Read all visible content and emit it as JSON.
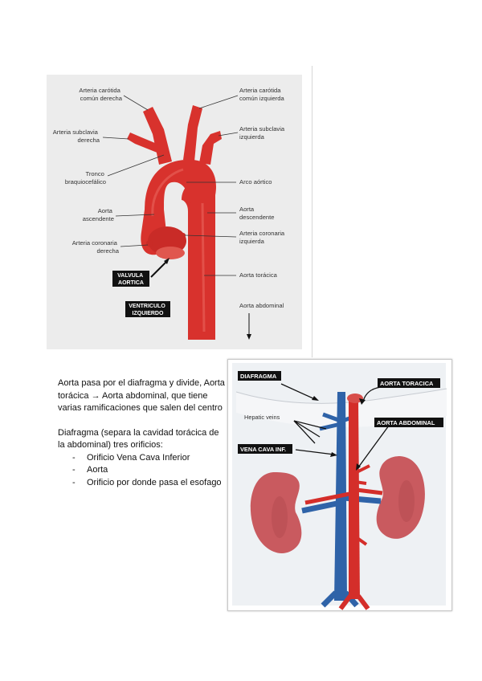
{
  "figure1": {
    "labels": {
      "carotid_right": [
        "Arteria carótida",
        "común derecha"
      ],
      "carotid_left": [
        "Arteria carótida",
        "común izquierda"
      ],
      "subclavian_right": [
        "Arteria subclavia",
        "derecha"
      ],
      "subclavian_left": [
        "Arteria subclavia",
        "izquierda"
      ],
      "brachiocephalic": [
        "Tronco",
        "braquiocefálico"
      ],
      "aortic_arch": "Arco aórtico",
      "ascending": [
        "Aorta",
        "ascendente"
      ],
      "descending": [
        "Aorta",
        "descendente"
      ],
      "coronary_right": [
        "Arteria coronaria",
        "derecha"
      ],
      "coronary_left": [
        "Arteria coronaria",
        "izquierda"
      ],
      "thoracic": "Aorta torácica",
      "abdominal": "Aorta abdominal",
      "valve_tag": [
        "VALVULA",
        "AORTICA"
      ],
      "ventricle_tag": [
        "VENTRICULO",
        "IZQUIERDO"
      ]
    }
  },
  "text": {
    "para1": "Aorta pasa por el diafragma y divide, Aorta torácica → Aorta abdominal, que tiene varias ramificaciones que salen del centro",
    "para2": "Diafragma (separa la cavidad torácica de la abdominal) tres orificios:",
    "items": [
      "Orificio Vena Cava Inferior",
      "Aorta",
      "Orificio por donde pasa el esofago"
    ],
    "dash": "-"
  },
  "figure2": {
    "tags": {
      "diaphragm": "DIAFRAGMA",
      "thoracic": "AORTA TORACICA",
      "abdominal": "AORTA ABDOMINAL",
      "vena_cava": "VENA CAVA INF."
    },
    "hepatic": "Hepatic veins",
    "colors": {
      "artery": "#d42e2a",
      "vein": "#2f63a8",
      "kidney": "#c95a5f"
    }
  }
}
